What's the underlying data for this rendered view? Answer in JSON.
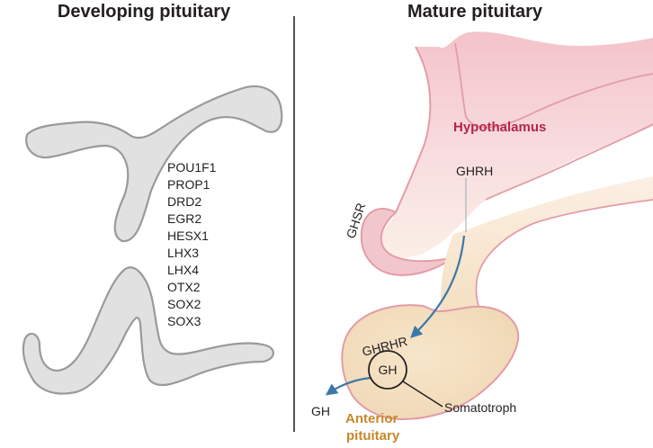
{
  "left_panel": {
    "title": "Developing pituitary",
    "genes": [
      "POU1F1",
      "PROP1",
      "DRD2",
      "EGR2",
      "HESX1",
      "LHX3",
      "LHX4",
      "OTX2",
      "SOX2",
      "SOX3"
    ]
  },
  "right_panel": {
    "title": "Mature pituitary",
    "hypothalamus_label": "Hypothalamus",
    "ghrh_label": "GHRH",
    "ghsr_label": "GHSR",
    "ghrhr_label": "GHRHR",
    "gh_cell_label": "GH",
    "gh_out_label": "GH",
    "somatotroph_label": "Somatotroph",
    "anterior_label_line1": "Anterior",
    "anterior_label_line2": "pituitary"
  },
  "colors": {
    "hypothalamus_text": "#b3264a",
    "anterior_text": "#c8872c",
    "arrow": "#3c78a8",
    "outline_pink": "#e39ca8",
    "gray_shape_fill": "#e1e1e1",
    "gray_shape_stroke": "#9a9a9a"
  }
}
